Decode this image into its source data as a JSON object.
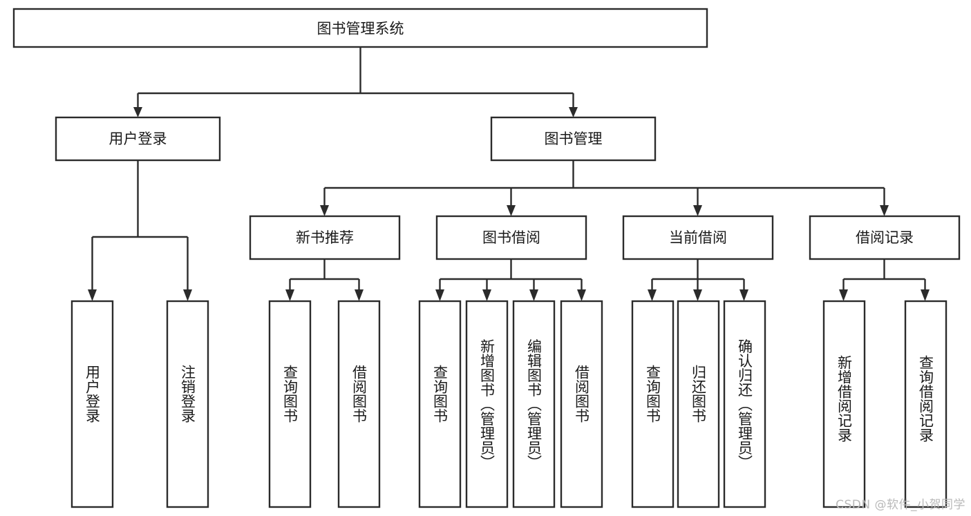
{
  "diagram": {
    "title": "图书管理系统",
    "type": "tree-hierarchy-diagram",
    "watermark": "CSDN @软件_小贺同学",
    "colors": {
      "background": "#ffffff",
      "box_fill": "#ffffff",
      "box_stroke": "#2b2b2b",
      "text": "#1a1a1a",
      "watermark": "#b9b9b9"
    },
    "root": {
      "label": "图书管理系统",
      "orientation": "horizontal"
    },
    "level2": [
      {
        "label": "用户登录",
        "orientation": "horizontal"
      },
      {
        "label": "图书管理",
        "orientation": "horizontal"
      }
    ],
    "level3": [
      {
        "label": "新书推荐",
        "orientation": "horizontal"
      },
      {
        "label": "图书借阅",
        "orientation": "horizontal"
      },
      {
        "label": "当前借阅",
        "orientation": "horizontal"
      },
      {
        "label": "借阅记录",
        "orientation": "horizontal"
      }
    ],
    "leaves": {
      "user_login": [
        {
          "label": "用户登录",
          "orientation": "vertical"
        },
        {
          "label": "注销登录",
          "orientation": "vertical"
        }
      ],
      "new_book_recommend": [
        {
          "label": "查询图书",
          "orientation": "vertical"
        },
        {
          "label": "借阅图书",
          "orientation": "vertical"
        }
      ],
      "book_borrow": [
        {
          "label": "查询图书",
          "orientation": "vertical"
        },
        {
          "label": "新增图书（管理员）",
          "orientation": "vertical"
        },
        {
          "label": "编辑图书（管理员）",
          "orientation": "vertical"
        },
        {
          "label": "借阅图书",
          "orientation": "vertical"
        }
      ],
      "current_borrow": [
        {
          "label": "查询图书",
          "orientation": "vertical"
        },
        {
          "label": "归还图书",
          "orientation": "vertical"
        },
        {
          "label": "确认归还（管理员）",
          "orientation": "vertical"
        }
      ],
      "borrow_record": [
        {
          "label": "新增借阅记录",
          "orientation": "vertical"
        },
        {
          "label": "查询借阅记录",
          "orientation": "vertical"
        }
      ]
    }
  }
}
